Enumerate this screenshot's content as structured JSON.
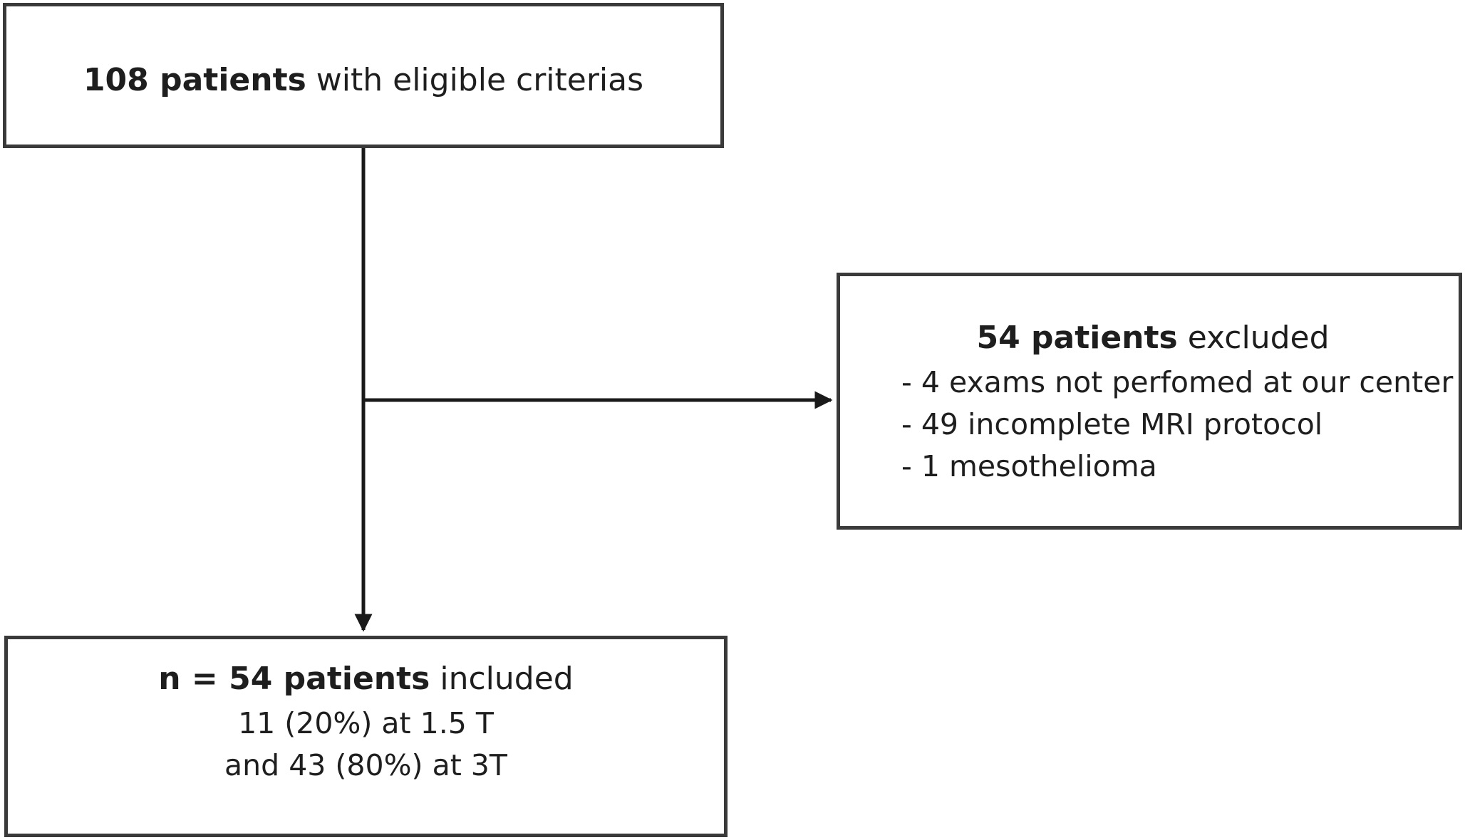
{
  "boxes": {
    "eligible": {
      "bold": "108 patients",
      "rest": " with eligible criterias"
    },
    "excluded": {
      "bold": "54 patients",
      "rest": " excluded",
      "reasons": [
        "- 4 exams not perfomed at our center",
        "- 49 incomplete MRI protocol",
        "- 1 mesothelioma"
      ]
    },
    "included": {
      "bold": "n = 54 patients",
      "rest": " included",
      "lines": [
        "11 (20%) at 1.5 T",
        "and 43 (80%) at 3T"
      ]
    }
  },
  "colors": {
    "stroke": "#2a2a2a",
    "text": "#1e1e1e"
  }
}
